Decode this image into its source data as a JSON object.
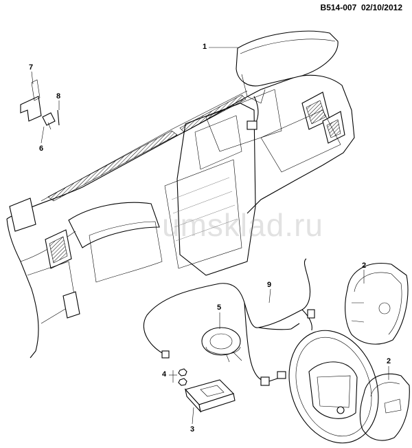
{
  "header": {
    "code": "B514-007",
    "date": "02/10/2012"
  },
  "watermark": "umsklad.ru",
  "callouts": [
    {
      "id": "c1",
      "label": "1"
    },
    {
      "id": "c2a",
      "label": "2"
    },
    {
      "id": "c2b",
      "label": "2"
    },
    {
      "id": "c3",
      "label": "3"
    },
    {
      "id": "c4",
      "label": "4"
    },
    {
      "id": "c5",
      "label": "5"
    },
    {
      "id": "c6",
      "label": "6"
    },
    {
      "id": "c7",
      "label": "7"
    },
    {
      "id": "c8",
      "label": "8"
    },
    {
      "id": "c9",
      "label": "9"
    }
  ]
}
